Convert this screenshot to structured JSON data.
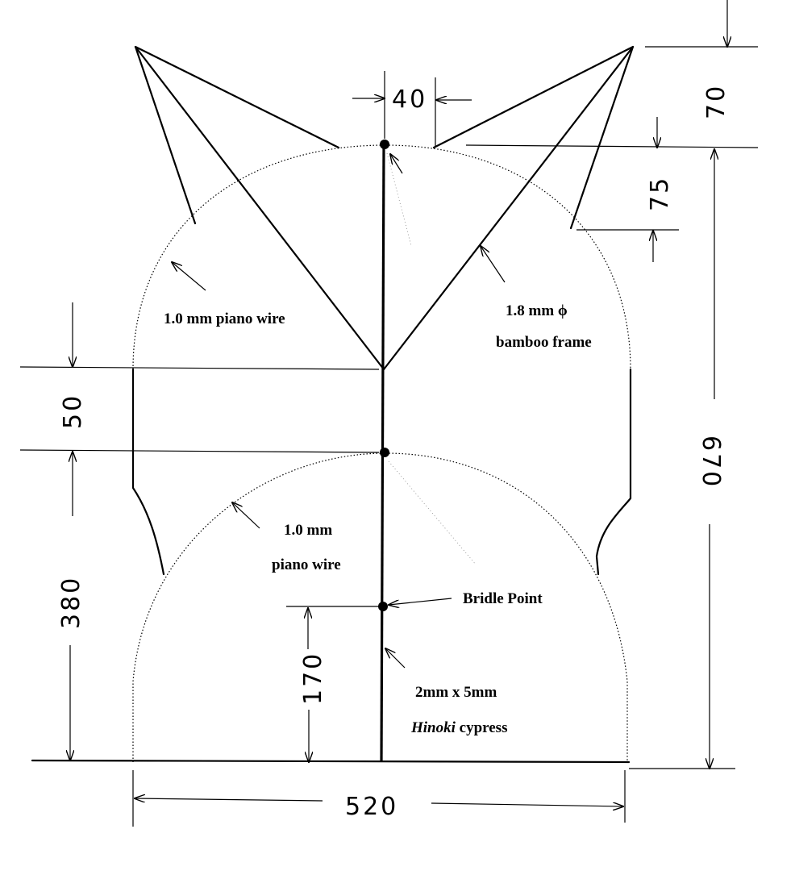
{
  "dimensions": {
    "top_gap": "40",
    "ear_height": "70",
    "ear_offset": "75",
    "total_height": "670",
    "mid_gap": "50",
    "lower_height": "380",
    "bridle_height": "170",
    "width": "520"
  },
  "labels": {
    "upper_wire": "1.0 mm piano wire",
    "frame_line1": "1.8 mm ϕ",
    "frame_line2": "bamboo frame",
    "lower_wire_line1": "1.0 mm",
    "lower_wire_line2": "piano wire",
    "bridle": "Bridle Point",
    "spar_line1": "2mm x 5mm",
    "spar_italic": "Hinoki",
    "spar_rest": " cypress"
  }
}
